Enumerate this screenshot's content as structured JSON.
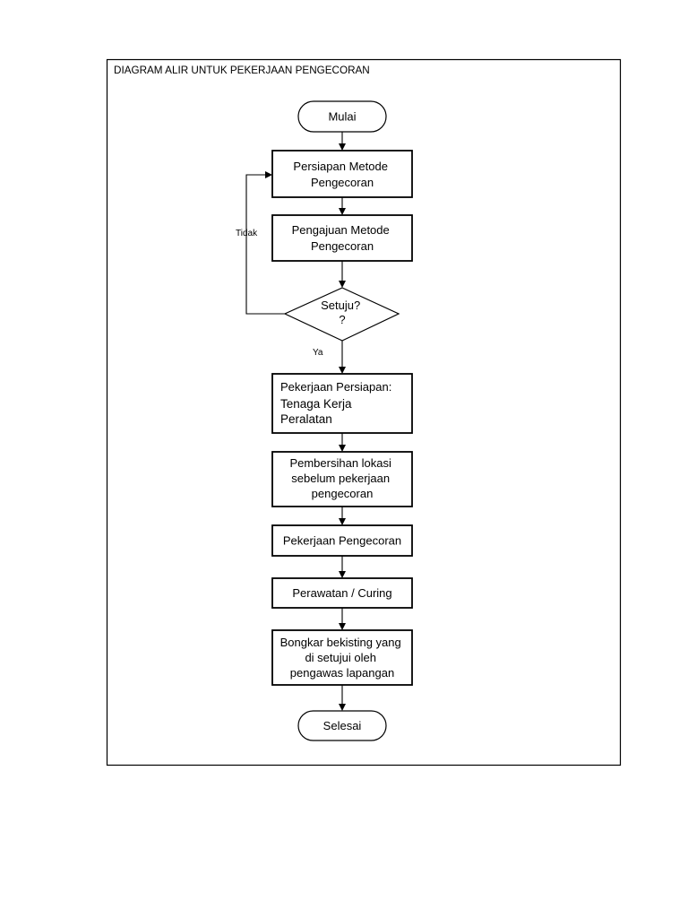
{
  "title": "DIAGRAM ALIR UNTUK PEKERJAAN PENGECORAN",
  "nodes": {
    "start": {
      "label": "Mulai"
    },
    "persiapan_metode": {
      "lines": [
        "Persiapan Metode",
        "Pengecoran"
      ]
    },
    "pengajuan_metode": {
      "lines": [
        "Pengajuan Metode",
        "Pengecoran"
      ]
    },
    "keputusan": {
      "lines": [
        "Setuju?",
        "?"
      ]
    },
    "pekerjaan_persiapan": {
      "lines": [
        "Pekerjaan Persiapan:",
        "Tenaga Kerja",
        "Peralatan"
      ]
    },
    "pembersihan_lokasi": {
      "lines": [
        "Pembersihan lokasi",
        "sebelum pekerjaan",
        "pengecoran"
      ]
    },
    "pekerjaan_pengecoran": {
      "lines": [
        "Pekerjaan Pengecoran"
      ]
    },
    "perawatan": {
      "lines": [
        "Perawatan / Curing"
      ]
    },
    "bongkar_bekisting": {
      "lines": [
        "Bongkar bekisting yang",
        "di setujui oleh",
        "pengawas lapangan"
      ]
    },
    "end": {
      "label": "Selesai"
    }
  },
  "edge_labels": {
    "tidak": "Tidak",
    "ya": "Ya"
  },
  "colors": {
    "stroke": "#000000",
    "background": "#ffffff",
    "text": "#000000"
  }
}
